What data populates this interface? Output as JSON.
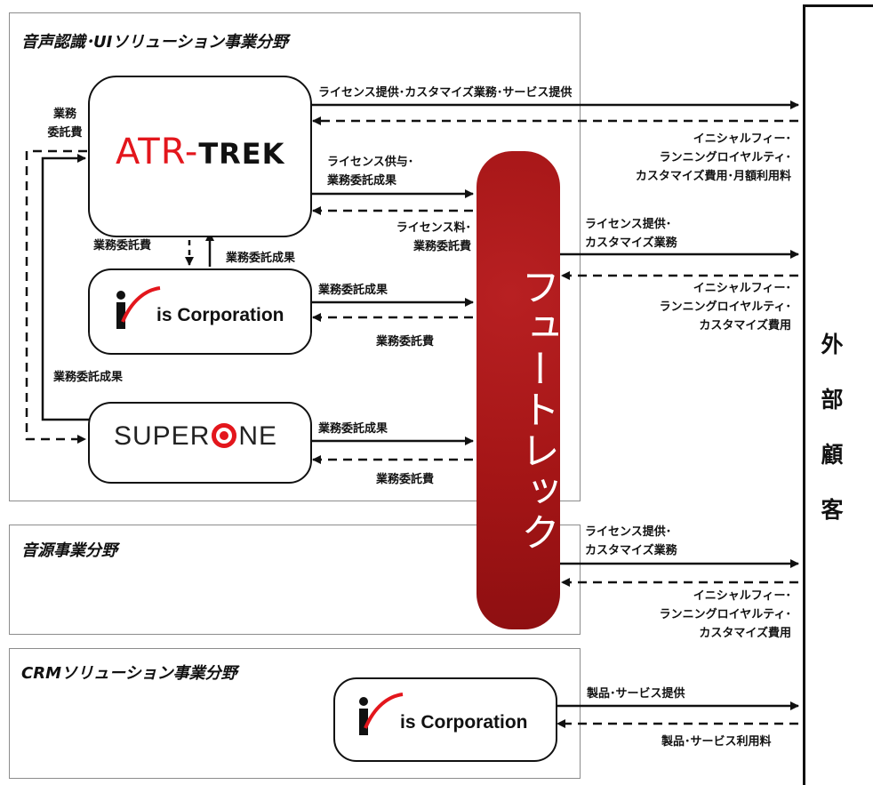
{
  "sections": {
    "speech": "音声認識･UIソリューション事業分野",
    "sound": "音源事業分野",
    "crm": "CRMソリューション事業分野"
  },
  "nodes": {
    "atr_trek": {
      "a": "ATR",
      "dash": "-",
      "trek": "TREK"
    },
    "is_corp": "is Corporation",
    "superone": {
      "before": "SUPER",
      "after": "NE"
    },
    "futurek": "フュートレック",
    "customer": "外部顧客"
  },
  "labels": {
    "license_customize_service": "ライセンス提供･カスタマイズ業務･サービス提供",
    "initial_monthly": [
      "イニシャルフィー･",
      "ランニングロイヤルティ･",
      "カスタマイズ費用･月額利用料"
    ],
    "itaku_hi_left": [
      "業務",
      "委託費"
    ],
    "license_grant": [
      "ライセンス供与･",
      "業務委託成果"
    ],
    "license_fee": [
      "ライセンス料･",
      "業務委託費"
    ],
    "license_customize_1": [
      "ライセンス提供･",
      "カスタマイズ業務"
    ],
    "initial_fee_1": [
      "イニシャルフィー･",
      "ランニングロイヤルティ･",
      "カスタマイズ費用"
    ],
    "itaku_hi_mid": "業務委託費",
    "itaku_seika_mid": "業務委託成果",
    "is_seika": "業務委託成果",
    "is_hi": "業務委託費",
    "itaku_seika_left": "業務委託成果",
    "super_seika": "業務委託成果",
    "super_hi": "業務委託費",
    "license_customize_2": [
      "ライセンス提供･",
      "カスタマイズ業務"
    ],
    "initial_fee_2": [
      "イニシャルフィー･",
      "ランニングロイヤルティ･",
      "カスタマイズ費用"
    ],
    "product_service": "製品･サービス提供",
    "product_fee": "製品･サービス利用料"
  },
  "colors": {
    "futurek": "#a41516",
    "accent_red": "#e3161c",
    "line": "#111111"
  }
}
